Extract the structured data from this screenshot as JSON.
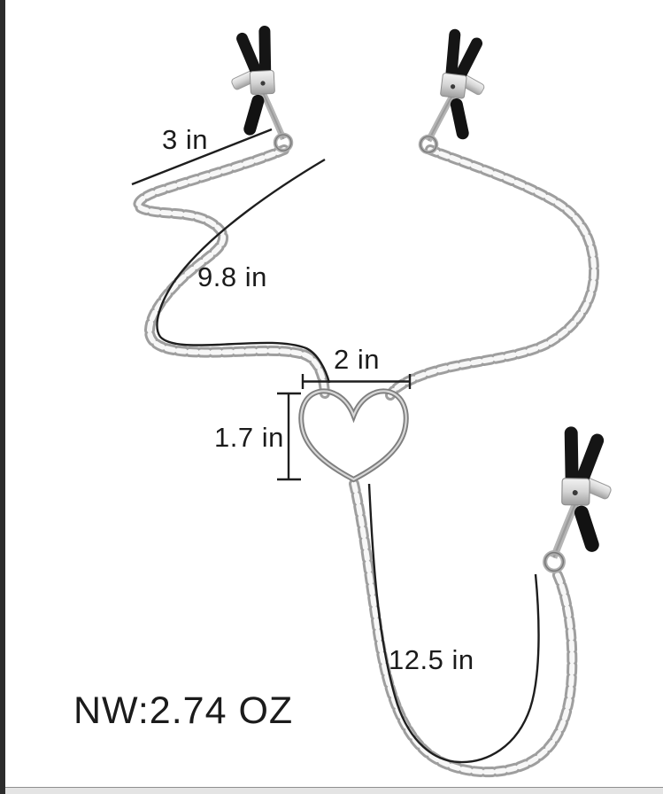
{
  "product_diagram": {
    "description": "Heart-ring clamp set with chains shown with dimension annotations",
    "measurements": {
      "top_chain": "3 in",
      "left_chain": "9.8 in",
      "heart_width": "2 in",
      "heart_height": "1.7 in",
      "bottom_chain": "12.5 in"
    },
    "net_weight": "NW:2.74 OZ",
    "colors": {
      "background": "#ffffff",
      "annotation_text": "#1b1b1b",
      "dimension_line": "#1e1e1e",
      "chain": "#9e9e9e",
      "clamp_grip": "#141414",
      "metal_light": "#f2f2f2",
      "metal_dark": "#9e9e9e",
      "left_edge_bar": "#2c2c2c",
      "bottom_edge_strip": "#e4e4e4"
    }
  }
}
